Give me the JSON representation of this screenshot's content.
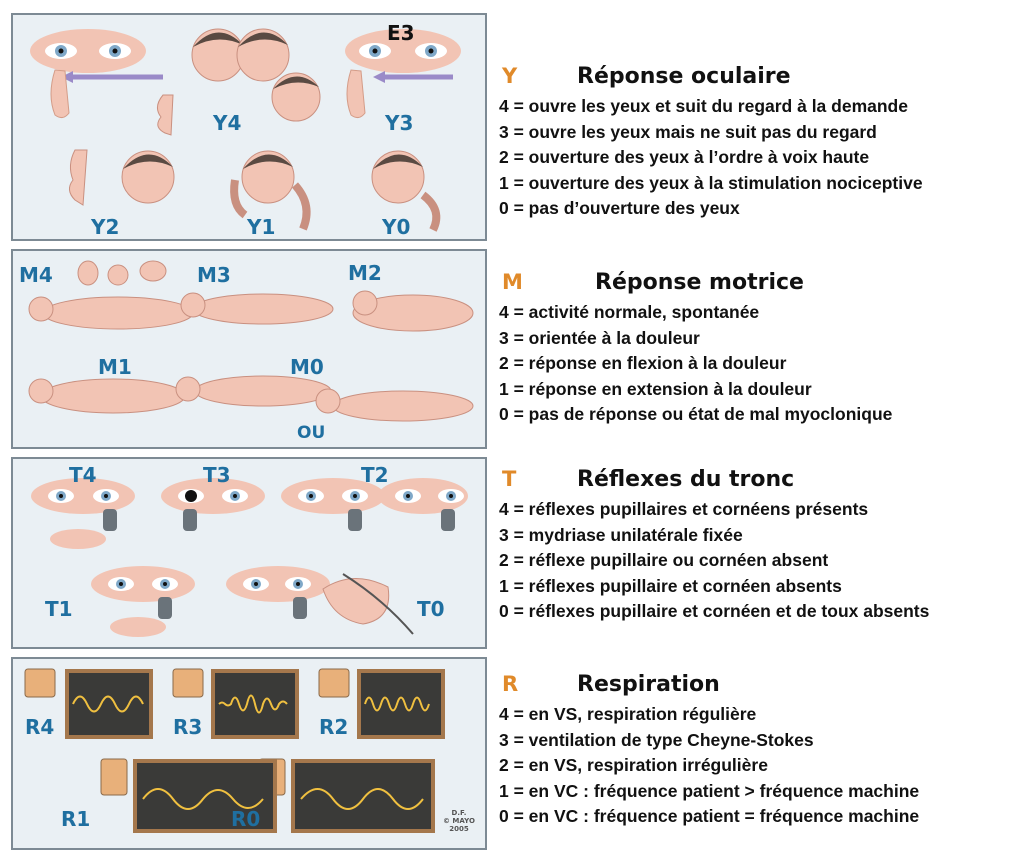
{
  "panels": [
    {
      "labels": {
        "e3": "E3",
        "y4": "Y4",
        "y3": "Y3",
        "y2": "Y2",
        "y1": "Y1",
        "y0": "Y0"
      }
    },
    {
      "labels": {
        "m4": "M4",
        "m3": "M3",
        "m2": "M2",
        "m1": "M1",
        "m0": "M0",
        "ou": "OU"
      }
    },
    {
      "labels": {
        "t4": "T4",
        "t3": "T3",
        "t2": "T2",
        "t1": "T1",
        "t0": "T0"
      }
    },
    {
      "labels": {
        "r4": "R4",
        "r3": "R3",
        "r2": "R2",
        "r1": "R1",
        "r0": "R0"
      },
      "credit": [
        "D.F.",
        "© MAYO",
        "2005"
      ]
    }
  ],
  "sections": [
    {
      "letter": "Y",
      "title": "Réponse oculaire",
      "items": [
        "4 = ouvre les yeux et suit du regard à la demande",
        "3 = ouvre les yeux mais ne suit pas du regard",
        "2 = ouverture des yeux à l’ordre à voix haute",
        "1 = ouverture des yeux à la stimulation nociceptive",
        "0 = pas d’ouverture des yeux"
      ]
    },
    {
      "letter": "M",
      "title": "Réponse motrice",
      "items": [
        "4 = activité normale, spontanée",
        "3 = orientée à la douleur",
        "2 = réponse en flexion à la douleur",
        "1 = réponse en extension à la douleur",
        "0 = pas de réponse ou état de mal myoclonique"
      ]
    },
    {
      "letter": "T",
      "title": "Réflexes du tronc",
      "items": [
        "4 = réflexes pupillaires et cornéens présents",
        "3 = mydriase unilatérale fixée",
        "2 = réflexe pupillaire ou cornéen absent",
        "1 = réflexes pupillaire et cornéen absents",
        "0 = réflexes pupillaire et cornéen et de toux absents"
      ]
    },
    {
      "letter": "R",
      "title": "Respiration",
      "items": [
        "4 = en VS, respiration régulière",
        "3 = ventilation de type Cheyne-Stokes",
        "2 = en VS, respiration irrégulière",
        "1 = en VC : fréquence patient > fréquence machine",
        "0 = en VC : fréquence patient = fréquence machine"
      ]
    }
  ]
}
